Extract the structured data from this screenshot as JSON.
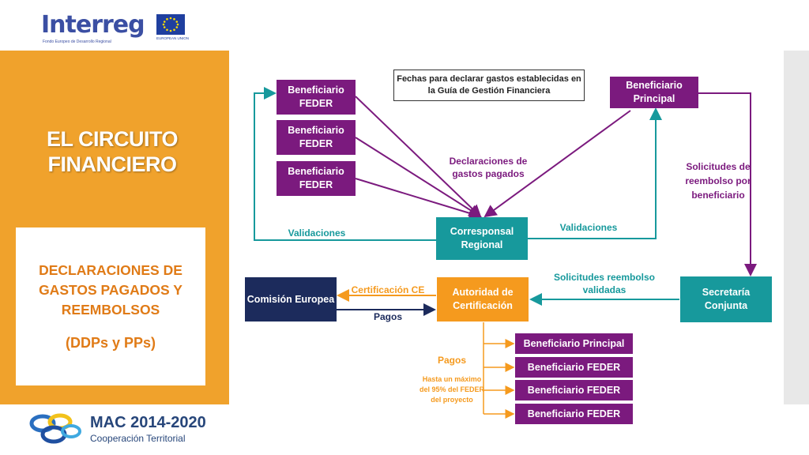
{
  "header": {
    "interreg_logo_text": "Interreg",
    "interreg_logo_subtitle": "Fondo Europeo de Desarrollo Regional",
    "eu_flag_caption": "EUROPEAN UNION"
  },
  "sidebar": {
    "title": "EL CIRCUITO FINANCIERO",
    "card_title": "DECLARACIONES DE GASTOS PAGADOS Y REEMBOLSOS",
    "card_subtitle": "(DDPs y PPs)"
  },
  "footer_logo": {
    "title": "MAC 2014-2020",
    "subtitle": "Cooperación Territorial"
  },
  "diagram": {
    "note": "Fechas para declarar gastos establecidas en la Guía de Gestión Financiera",
    "beneficiaries_feder": [
      "Beneficiario FEDER",
      "Beneficiario FEDER",
      "Beneficiario FEDER"
    ],
    "beneficiario_principal": "Beneficiario Principal",
    "corresponsal_regional": "Corresponsal Regional",
    "secretaria_conjunta": "Secretaría Conjunta",
    "autoridad_certificacion": "Autoridad de Certificación",
    "comision_europea": "Comisión Europea",
    "label_declaraciones": "Declaraciones de gastos pagados",
    "label_validaciones_left": "Validaciones",
    "label_validaciones_right": "Validaciones",
    "label_solicitudes": "Solicitudes de reembolso por beneficiario",
    "label_solicitudes_validadas": "Solicitudes reembolso validadas",
    "label_certificacion_ce": "Certificación CE",
    "label_pagos_ce": "Pagos",
    "label_pagos": "Pagos",
    "pagos_note": "Hasta un máximo del 95% del FEDER del proyecto",
    "payment_recipients": [
      "Beneficiario Principal",
      "Beneficiario FEDER",
      "Beneficiario FEDER",
      "Beneficiario FEDER"
    ]
  },
  "colors": {
    "purple": "#7b1a7e",
    "teal": "#17999c",
    "navy": "#1c2b5c",
    "orange": "#f59a1e",
    "panel_orange": "#f0a22c"
  }
}
